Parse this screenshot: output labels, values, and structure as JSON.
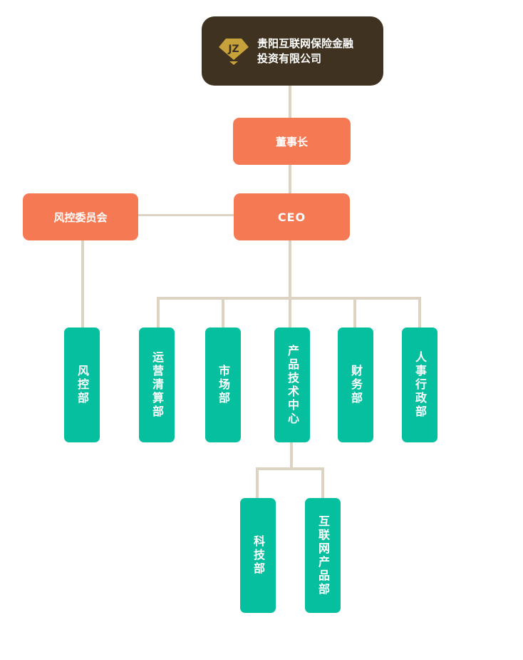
{
  "root": {
    "company_line1": "贵阳互联网保险金融",
    "company_line2": "投资有限公司",
    "logo_icon": "diamond-logo-icon",
    "bg_color": "#3f3220",
    "logo_color": "#c7a13a"
  },
  "chairman": {
    "label": "董事长"
  },
  "ceo": {
    "label": "CEO"
  },
  "risk_committee": {
    "label": "风控委员会"
  },
  "departments": {
    "risk_control": "风控部",
    "operations_clearing": "运营清算部",
    "marketing": "市场部",
    "product_tech_center": "产品技术中心",
    "finance": "财务部",
    "hr_admin": "人事行政部"
  },
  "sub_departments": {
    "tech": "科技部",
    "internet_product": "互联网产品部"
  },
  "colors": {
    "orange": "#f57a53",
    "green": "#05bf9f",
    "connector": "#ddd3c3"
  }
}
